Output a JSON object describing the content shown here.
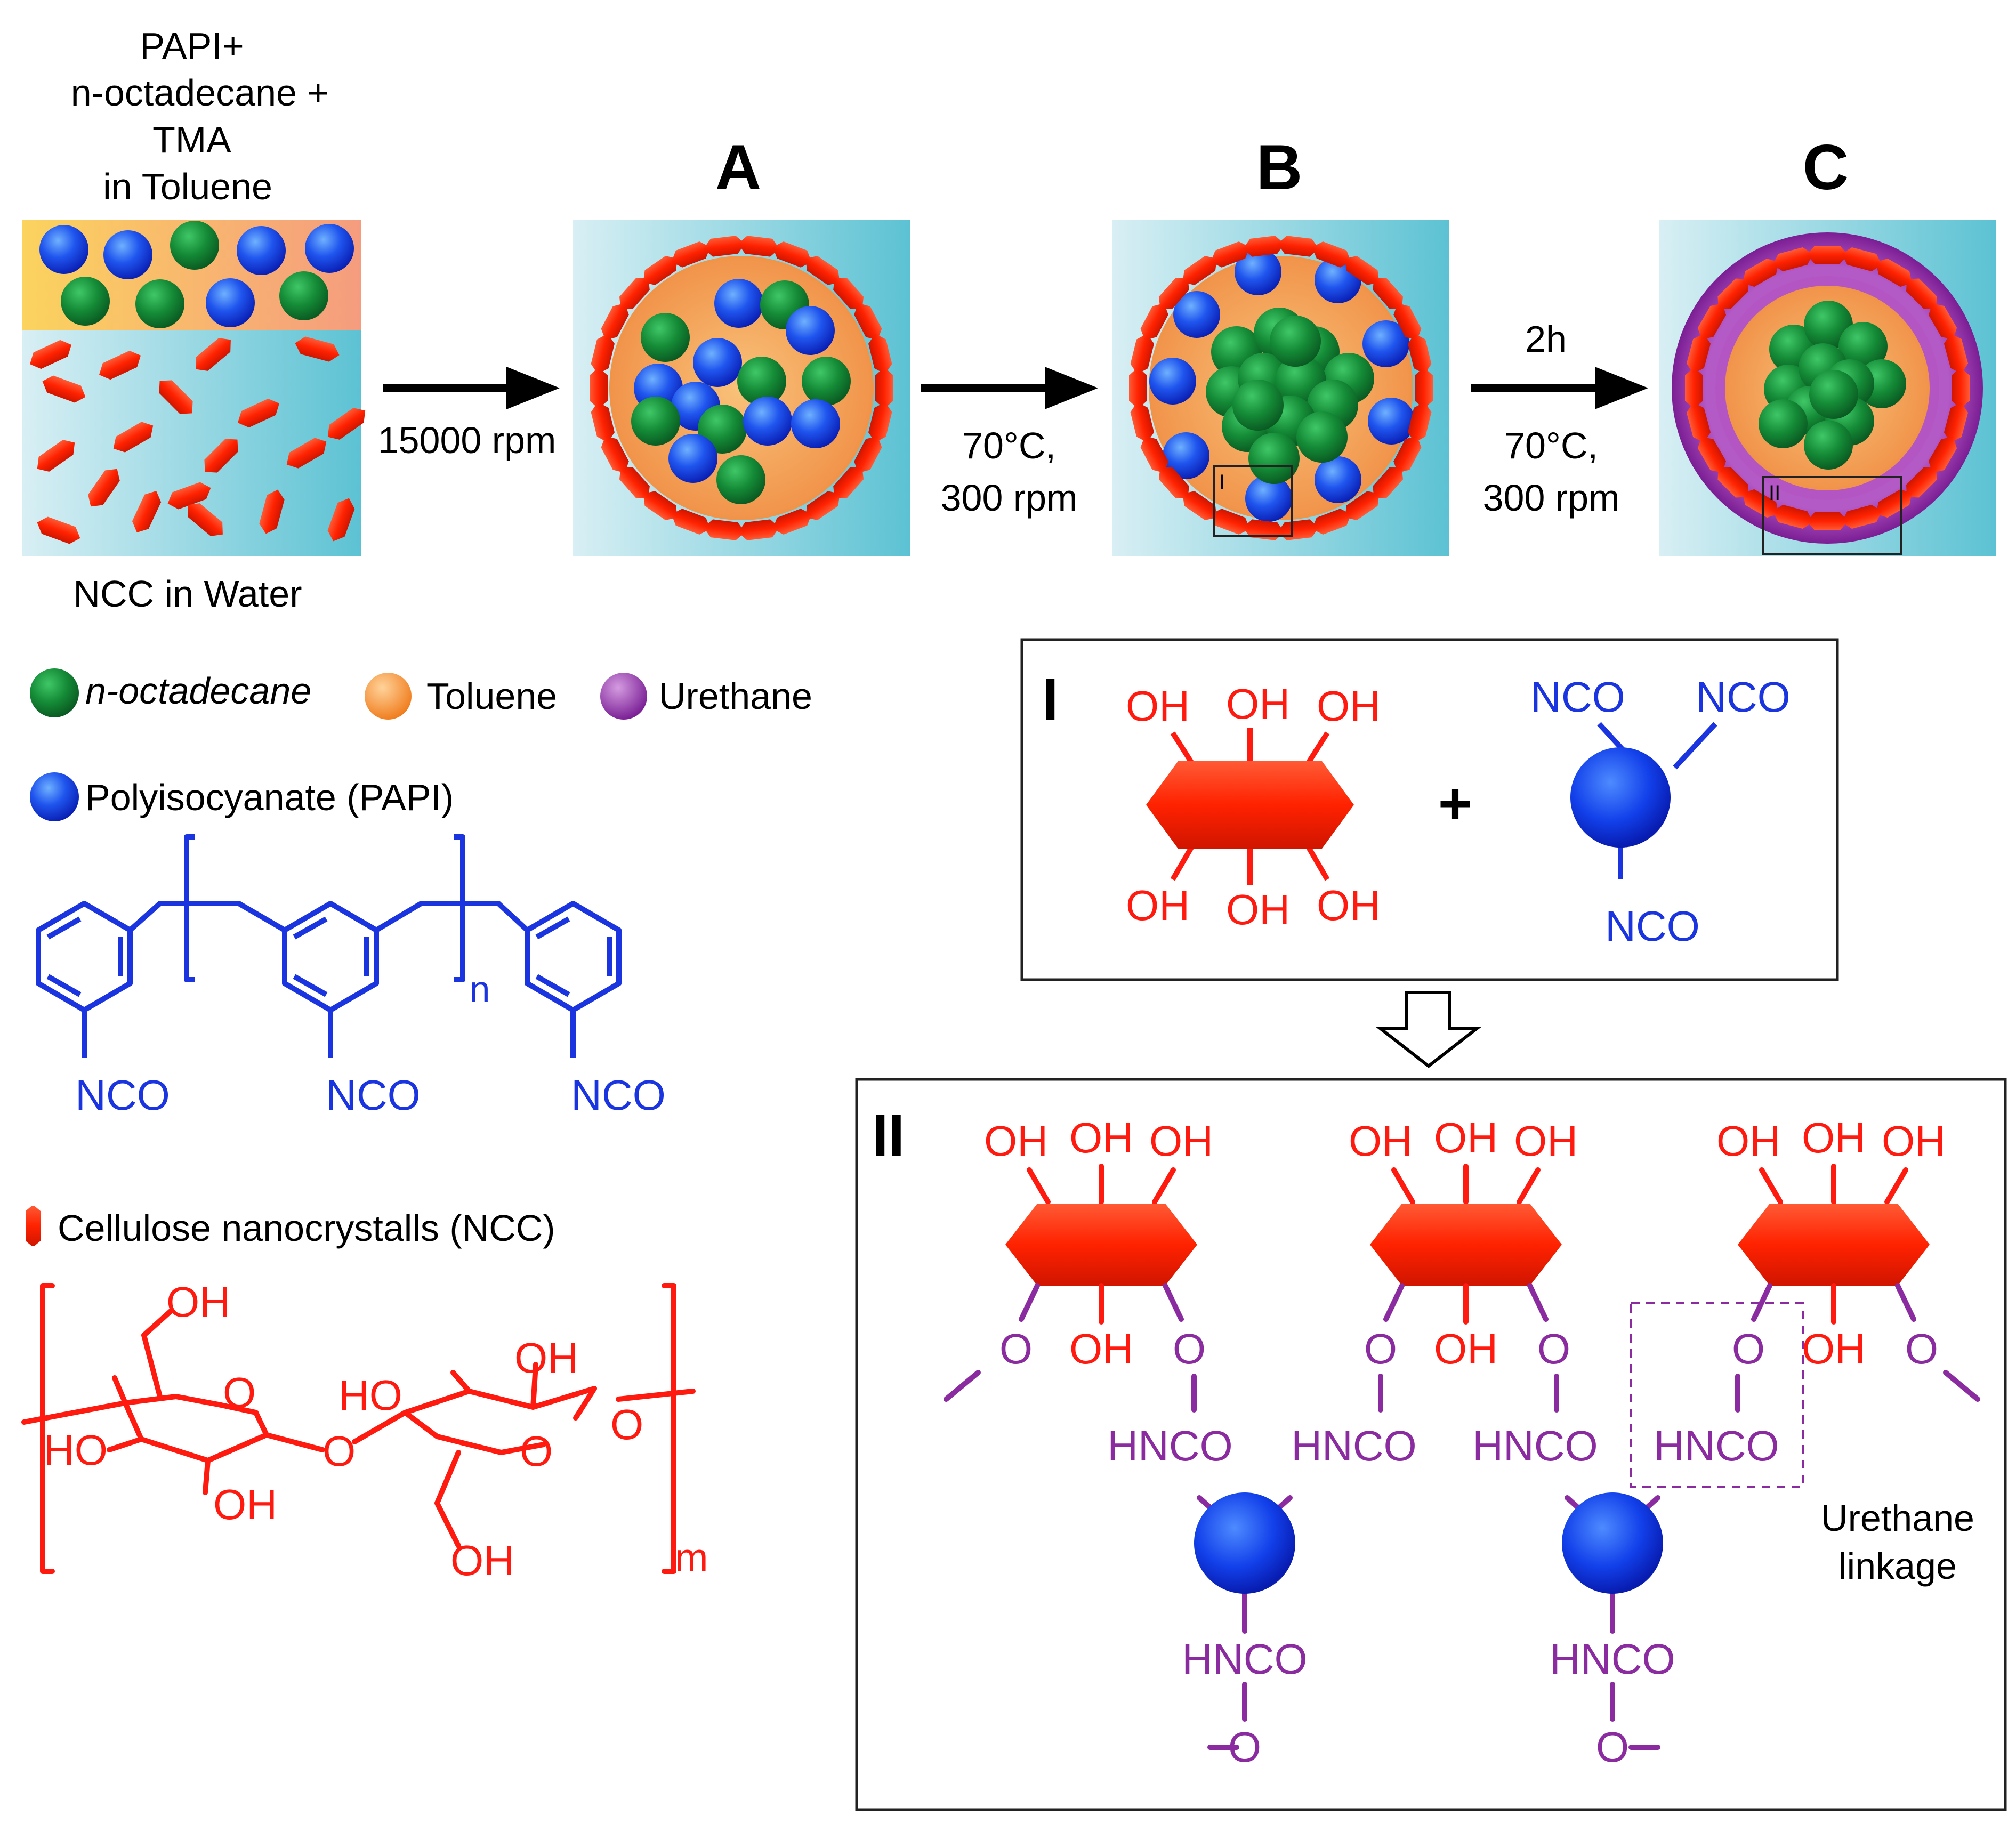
{
  "colors": {
    "ncc": "#ff2a0a",
    "ncc_dark": "#c81500",
    "papi": "#1436e6",
    "octadecane": "#149a3c",
    "toluene": "#f5a347",
    "urethane": "#8e2ca3",
    "water_light": "#d6eef3",
    "water_dark": "#62c3d4",
    "blue_text": "#1a35e0",
    "red_text": "#ff1a10",
    "purple_text": "#8a2ba0",
    "black": "#000000"
  },
  "top": {
    "inputs_label": [
      "PAPI+",
      "n-octadecane +",
      "TMA",
      "in Toluene"
    ],
    "water_label": "NCC in Water",
    "step_a_label": "A",
    "step_b_label": "B",
    "step_c_label": "C",
    "arrow1": "15000 rpm",
    "arrow2_temp": "70°C,",
    "arrow2_speed": "300 rpm",
    "arrow3_time": "2h",
    "arrow3_temp": "70°C,",
    "arrow3_speed": "300 rpm",
    "inset_i": "I",
    "inset_ii": "II"
  },
  "legend": {
    "octadecane": "n-octadecane",
    "toluene": "Toluene",
    "urethane": "Urethane",
    "papi": "Polyisocyanate (PAPI)",
    "ncc": "Cellulose nanocrystalls (NCC)"
  },
  "papi_structure": {
    "nco_1": "NCO",
    "nco_2": "NCO",
    "nco_3": "NCO",
    "repeat": "n"
  },
  "ncc_structure": {
    "oh_top_left": "OH",
    "oh_top_right": "OH",
    "ho_left": "HO",
    "ho_mid": "HO",
    "oh_bottom_left": "OH",
    "oh_bottom_right": "OH",
    "o_ring_1": "O",
    "o_ring_2": "O",
    "o_bridge": "O",
    "o_end": "O",
    "repeat": "m"
  },
  "panel_i": {
    "label": "I",
    "oh": "OH",
    "nco": "NCO",
    "plus": "+"
  },
  "panel_ii": {
    "label": "II",
    "oh": "OH",
    "o": "O",
    "hnco": "HNCO",
    "linkage_line1": "Urethane",
    "linkage_line2": "linkage"
  }
}
